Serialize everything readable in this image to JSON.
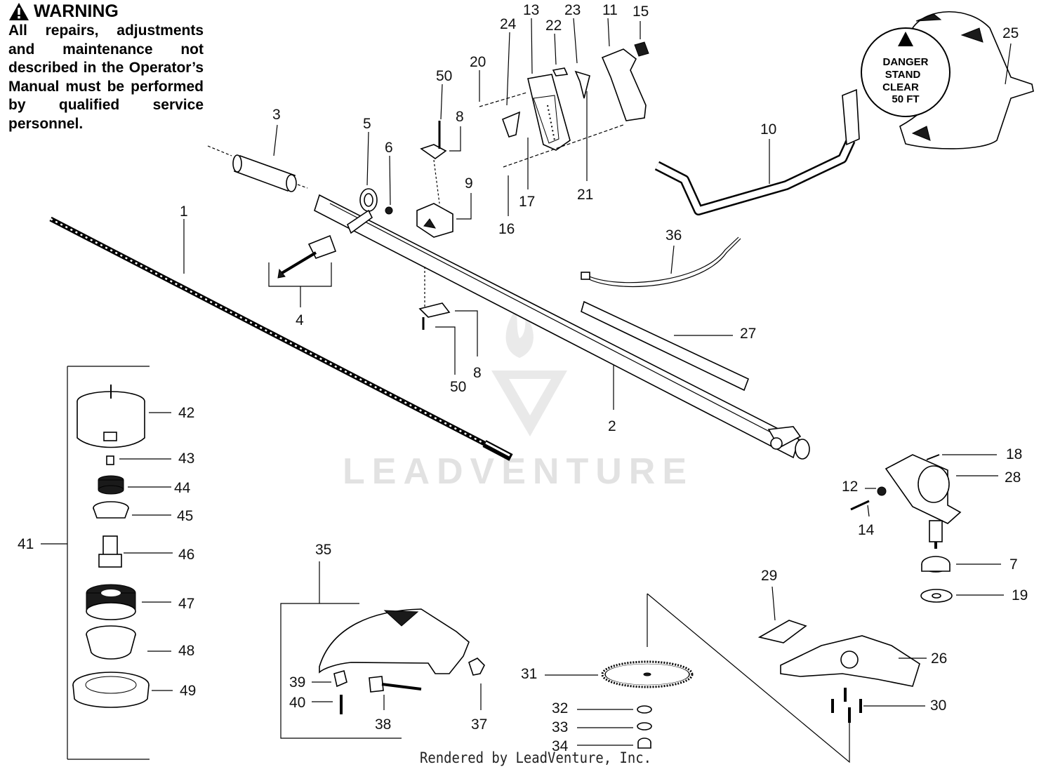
{
  "warning": {
    "title": "WARNING",
    "text": "All repairs, adjustments and maintenance not described in the Operator’s Manual must be performed by qualified service personnel."
  },
  "danger_label": {
    "line1": "DANGER",
    "line2": "STAND",
    "line3": "CLEAR",
    "line4": "50 FT"
  },
  "watermark": "LEADVENTURE",
  "footer": "Rendered by LeadVenture, Inc.",
  "callouts": [
    "1",
    "2",
    "3",
    "4",
    "5",
    "6",
    "7",
    "8",
    "8",
    "9",
    "10",
    "11",
    "12",
    "13",
    "14",
    "15",
    "16",
    "17",
    "18",
    "19",
    "20",
    "21",
    "22",
    "23",
    "24",
    "25",
    "26",
    "27",
    "28",
    "29",
    "30",
    "31",
    "32",
    "33",
    "34",
    "35",
    "36",
    "37",
    "38",
    "39",
    "40",
    "41",
    "42",
    "43",
    "44",
    "45",
    "46",
    "47",
    "48",
    "49",
    "50",
    "50"
  ]
}
